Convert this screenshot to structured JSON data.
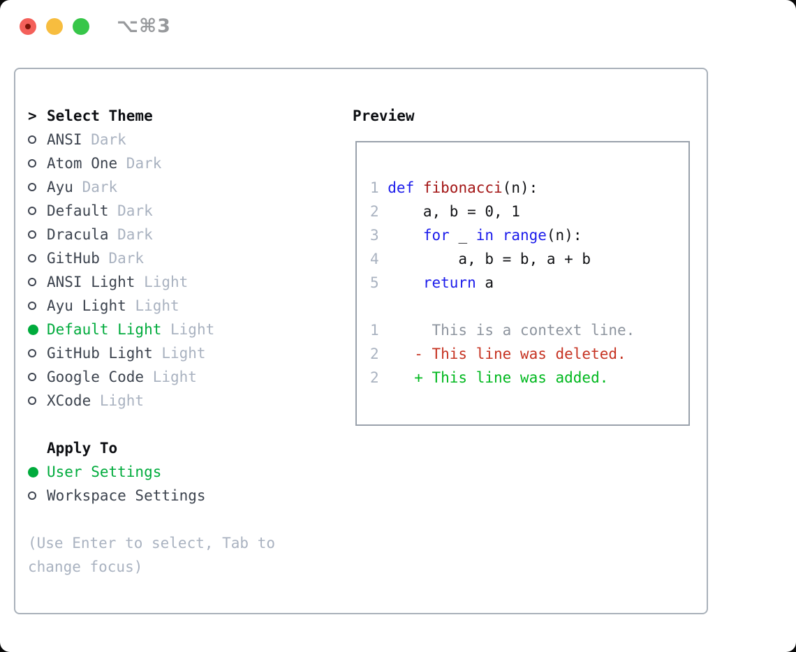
{
  "window": {
    "title": "⌥⌘3"
  },
  "colors": {
    "traffic_red": "#f4605a",
    "traffic_red_dot": "#7c1408",
    "traffic_yellow": "#f7bd3f",
    "traffic_green": "#37c649",
    "title_gray": "#97999c",
    "panel_border": "#a9b1ba",
    "preview_border": "#99a1ab",
    "accent_green": "#00ab3c",
    "muted": "#a9b2c0",
    "keyword_blue": "#1b1beb",
    "function_red": "#a31515",
    "code_text": "#101114",
    "diff_context": "#8d949e",
    "diff_deleted": "#c63322",
    "diff_added": "#00b81e"
  },
  "theme_selector": {
    "header": {
      "prefix": ">",
      "label": "Select Theme"
    },
    "items": [
      {
        "name": "ANSI",
        "variant": "Dark",
        "selected": false
      },
      {
        "name": "Atom One",
        "variant": "Dark",
        "selected": false
      },
      {
        "name": "Ayu",
        "variant": "Dark",
        "selected": false
      },
      {
        "name": "Default",
        "variant": "Dark",
        "selected": false
      },
      {
        "name": "Dracula",
        "variant": "Dark",
        "selected": false
      },
      {
        "name": "GitHub",
        "variant": "Dark",
        "selected": false
      },
      {
        "name": "ANSI Light",
        "variant": "Light",
        "selected": false
      },
      {
        "name": "Ayu Light",
        "variant": "Light",
        "selected": false
      },
      {
        "name": "Default Light",
        "variant": "Light",
        "selected": true
      },
      {
        "name": "GitHub Light",
        "variant": "Light",
        "selected": false
      },
      {
        "name": "Google Code",
        "variant": "Light",
        "selected": false
      },
      {
        "name": "XCode",
        "variant": "Light",
        "selected": false
      }
    ],
    "apply_to": {
      "label": "Apply To",
      "options": [
        {
          "name": "User Settings",
          "selected": true
        },
        {
          "name": "Workspace Settings",
          "selected": false
        }
      ]
    },
    "help": [
      "(Use Enter to select, Tab to",
      "change focus)"
    ]
  },
  "preview": {
    "label": "Preview",
    "lines": [
      {
        "num": "1",
        "tokens": [
          [
            "k",
            "def"
          ],
          [
            "d",
            " "
          ],
          [
            "f",
            "fibonacci"
          ],
          [
            "d",
            "(n):"
          ]
        ]
      },
      {
        "num": "2",
        "tokens": [
          [
            "d",
            "    a, b = 0, 1"
          ]
        ]
      },
      {
        "num": "3",
        "tokens": [
          [
            "d",
            "    "
          ],
          [
            "k",
            "for"
          ],
          [
            "d",
            " _ "
          ],
          [
            "k",
            "in"
          ],
          [
            "d",
            " "
          ],
          [
            "k",
            "range"
          ],
          [
            "d",
            "(n):"
          ]
        ]
      },
      {
        "num": "4",
        "tokens": [
          [
            "d",
            "        a, b = b, a + b"
          ]
        ]
      },
      {
        "num": "5",
        "tokens": [
          [
            "d",
            "    "
          ],
          [
            "k",
            "return"
          ],
          [
            "d",
            " a"
          ]
        ]
      },
      {
        "num": "",
        "tokens": []
      },
      {
        "num": "1",
        "tokens": [
          [
            "ctx",
            "     This is a context line."
          ]
        ]
      },
      {
        "num": "2",
        "tokens": [
          [
            "del",
            "   - This line was deleted."
          ]
        ]
      },
      {
        "num": "2",
        "tokens": [
          [
            "add",
            "   + This line was added."
          ]
        ]
      }
    ]
  }
}
